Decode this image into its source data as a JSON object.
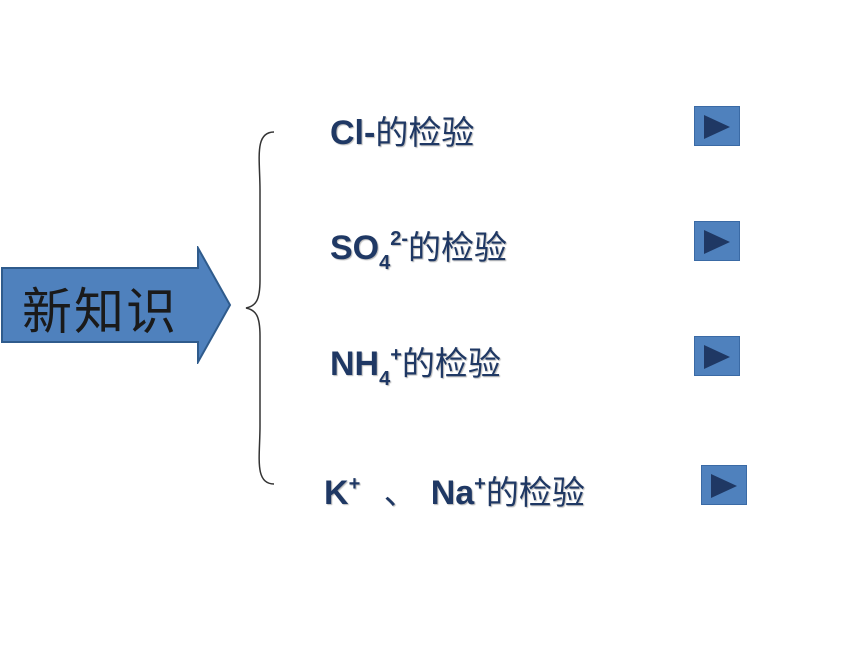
{
  "arrow": {
    "label": "新知识",
    "fill": "#4f81bd",
    "stroke": "#2f5b8c"
  },
  "items": [
    {
      "base": "Cl-",
      "suffix": "的检验"
    },
    {
      "base": "SO",
      "sub": "4",
      "sup": "2-",
      "suffix": "的检验"
    },
    {
      "base": "NH",
      "sub": "4",
      "sup": "+",
      "suffix": "的检验"
    },
    {
      "k": "K",
      "k_sup": "+",
      "sep": "、",
      "na": "Na",
      "na_sup": "+",
      "suffix": "的检验"
    }
  ],
  "play_icon": "play-icon",
  "colors": {
    "text": "#1f3864",
    "button": "#4f81bd"
  }
}
